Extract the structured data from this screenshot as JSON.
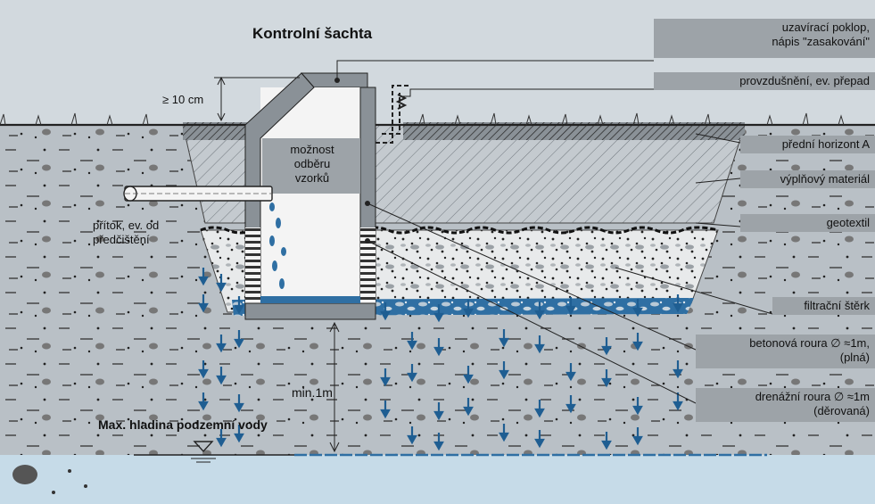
{
  "title": "Kontrolní šachta",
  "labels": {
    "poklop_line1": "uzavírací poklop,",
    "poklop_line2": "nápis \"zasakování\"",
    "provzdusneni": "provzdušnění, ev. přepad",
    "horizont": "přední horizont A",
    "vyplnovy": "výplňový materiál",
    "geotextil": "geotextil",
    "filtracni": "filtrační štěrk",
    "betonova_line1": "betonová roura ∅ ≈1m,",
    "betonova_line2": "(plná)",
    "drenazni_line1": "drenážní roura ∅ ≈1m",
    "drenazni_line2": "(děrovaná)",
    "odber_line1": "možnost",
    "odber_line2": "odběru",
    "odber_line3": "vzorků",
    "pritok_line1": "přítok, ev. od",
    "pritok_line2": "předčištění",
    "hladina": "Max. hladina podzemní vody",
    "depth": "min.1m",
    "cover": "≥ 10 cm"
  },
  "colors": {
    "water": "#2f6fa3",
    "soil": "#b9c0c6",
    "box": "#9da3a8",
    "groundwater": "#c6dbe8"
  }
}
